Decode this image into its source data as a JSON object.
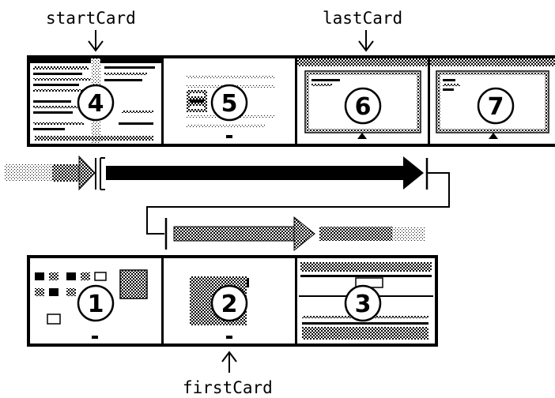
{
  "labels": {
    "start_card": "startCard",
    "last_card": "lastCard",
    "first_card": "firstCard"
  },
  "top_strip": {
    "cards": [
      {
        "number": "4"
      },
      {
        "number": "5"
      },
      {
        "number": "6"
      },
      {
        "number": "7"
      }
    ]
  },
  "bottom_strip": {
    "cards": [
      {
        "number": "1"
      },
      {
        "number": "2"
      },
      {
        "number": "3"
      }
    ]
  },
  "colors": {
    "ink": "#000000",
    "paper": "#ffffff",
    "dither": "#9a9a9a"
  }
}
